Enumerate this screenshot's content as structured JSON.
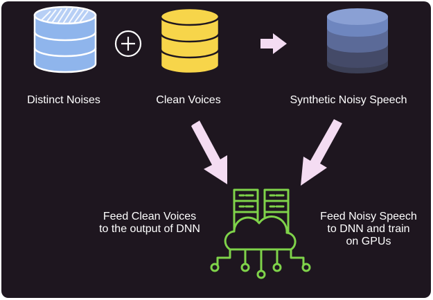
{
  "labels": {
    "noises": "Distinct Noises",
    "clean": "Clean Voices",
    "synthetic": "Synthetic Noisy Speech",
    "feed_clean_line1": "Feed Clean Voices",
    "feed_clean_line2": "to the output of DNN",
    "feed_noisy_line1": "Feed Noisy Speech",
    "feed_noisy_line2": "to DNN and train",
    "feed_noisy_line3": "on GPUs"
  },
  "icons": {
    "noises_db": "database-icon",
    "plus": "plus-circle-icon",
    "clean_db": "database-icon",
    "arrow": "arrow-right-icon",
    "synthetic_db": "database-icon",
    "server": "cloud-server-icon"
  },
  "colors": {
    "background": "#1e161f",
    "noises_db": "#8fb5ec",
    "clean_db": "#f7d54a",
    "synthetic_db_top": "#6e86bf",
    "synthetic_db_bottom": "#3b3f55",
    "arrows": "#f4dcf2",
    "server": "#7fd34a",
    "text": "#ffffff"
  }
}
